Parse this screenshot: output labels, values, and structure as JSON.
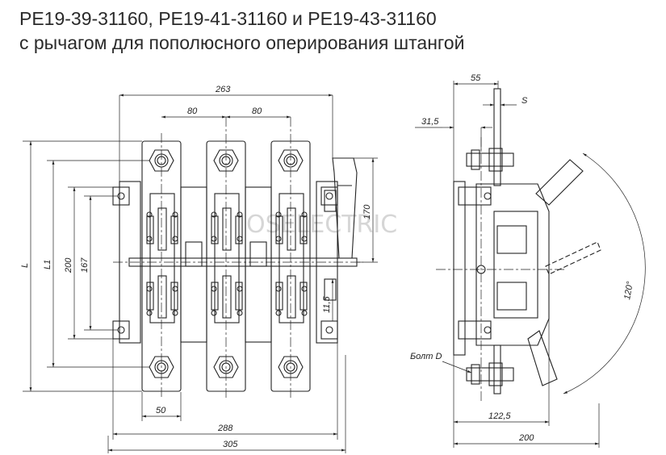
{
  "title": {
    "line1": "РЕ19-39-31160, РЕ19-41-31160 и РЕ19-43-31160",
    "line2": "с рычагом для пополюсного оперирования штангой"
  },
  "watermark": "OSELECTRIC",
  "front_view": {
    "dims": {
      "overall_top": "263",
      "pole_pitch_1": "80",
      "pole_pitch_2": "80",
      "height_L": "L",
      "height_L1": "L1",
      "height_200": "200",
      "height_167": "167",
      "handle_170": "170",
      "offset_11_5": "11,5",
      "bottom_50": "50",
      "bottom_288": "288",
      "bottom_305": "305"
    }
  },
  "side_view": {
    "dims": {
      "top_55": "55",
      "thickness_S": "S",
      "top_31_5": "31,5",
      "bolt_label": "Болт D",
      "bottom_122_5": "122,5",
      "bottom_200": "200",
      "angle_120": "120°"
    }
  },
  "colors": {
    "line": "#222222",
    "dim": "#333333",
    "watermark": "#d6d6d6"
  }
}
